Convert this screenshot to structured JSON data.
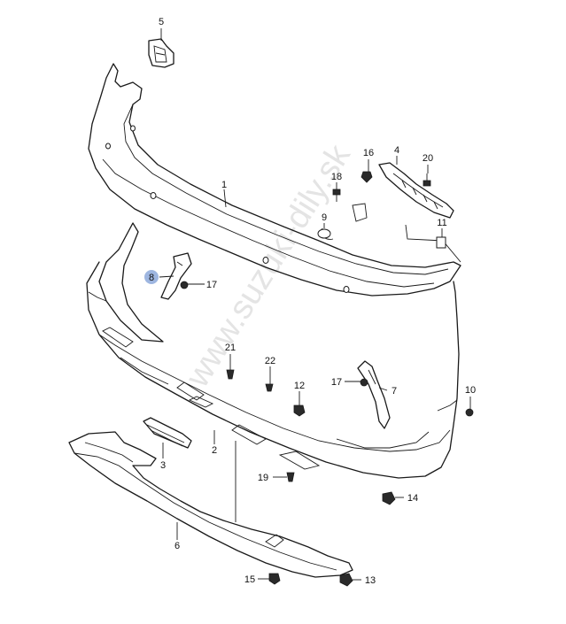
{
  "watermark": "www.suzuki-dily.sk",
  "highlight_color": "#9eb6e0",
  "callouts": {
    "c1": "1",
    "c2": "2",
    "c3": "3",
    "c4": "4",
    "c5": "5",
    "c6": "6",
    "c7": "7",
    "c8": "8",
    "c9": "9",
    "c10": "10",
    "c11": "11",
    "c12": "12",
    "c13": "13",
    "c14": "14",
    "c15": "15",
    "c16": "16",
    "c17a": "17",
    "c17b": "17",
    "c18": "18",
    "c19": "19",
    "c20": "20",
    "c21": "21",
    "c22": "22"
  },
  "highlighted_callout": "8"
}
